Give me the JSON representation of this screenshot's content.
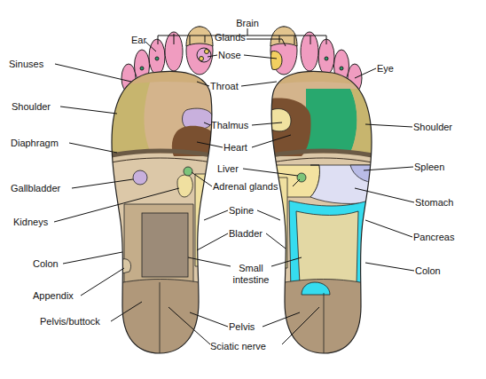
{
  "diagram": {
    "labels": [
      "Brain",
      "Ear",
      "Glands",
      "Sinuses",
      "Nose",
      "Eye",
      "Throat",
      "Shoulder",
      "Thalmus",
      "Shoulder",
      "Diaphragm",
      "Heart",
      "Liver",
      "Spleen",
      "Gallbladder",
      "Adrenal glands",
      "Stomach",
      "Kidneys",
      "Spine",
      "Pancreas",
      "Bladder",
      "Colon",
      "Small intestine",
      "Colon",
      "Appendix",
      "Pelvis/buttock",
      "Pelvis",
      "Sciatic nerve"
    ]
  }
}
